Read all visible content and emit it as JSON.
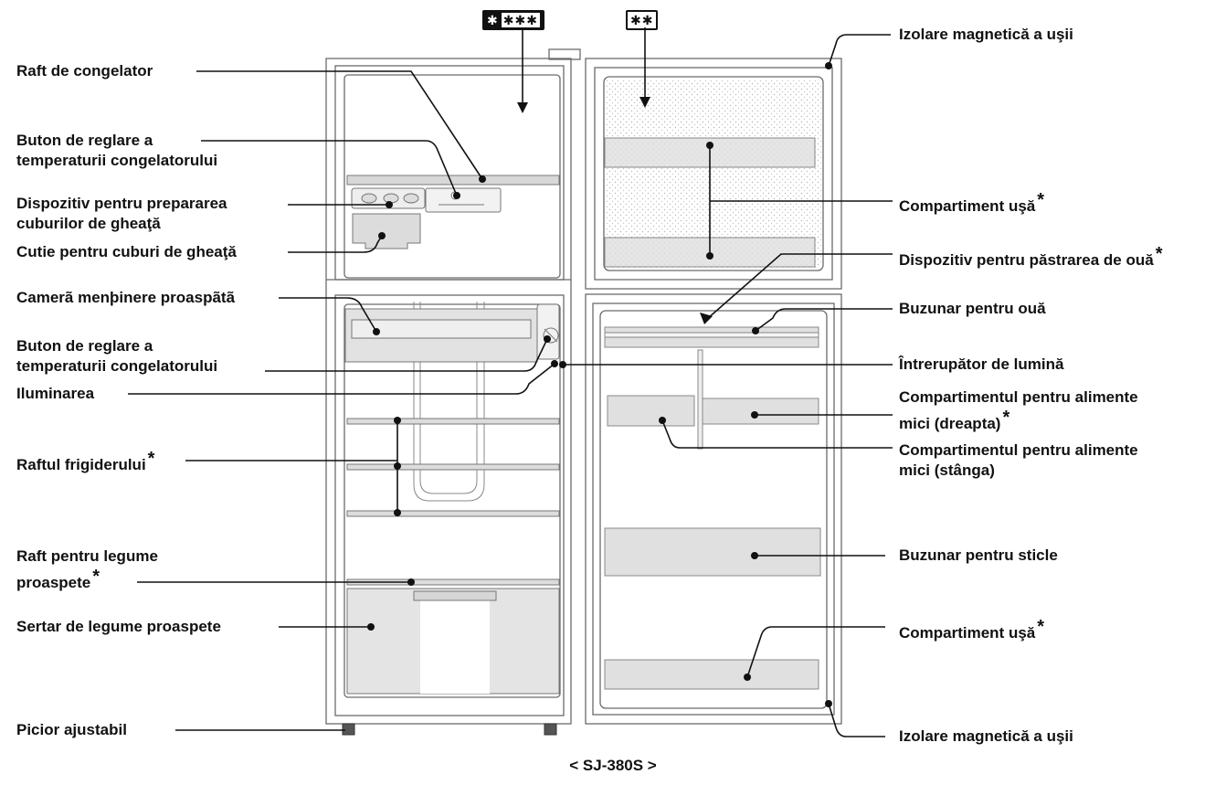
{
  "badges": {
    "freezer_symbol": "✱",
    "freezer_rating": "✱✱✱",
    "fresh_rating": "✱✱"
  },
  "model_caption": "< SJ-380S >",
  "labels_left": {
    "freezer_shelf": "Raft de congelator",
    "freezer_knob_1": "Buton de reglare a",
    "freezer_knob_2": "temperaturii congelatorului",
    "ice_maker_1": "Dispozitiv pentru prepararea",
    "ice_maker_2": "cuburilor de gheaţă",
    "ice_box": "Cutie pentru cuburi de gheaţă",
    "fresh_case": "Camerã menþinere proaspãtã",
    "fridge_knob_1": "Buton de reglare a",
    "fridge_knob_2": "temperaturii congelatorului",
    "light": "Iluminarea",
    "fridge_shelf": "Raftul frigiderului",
    "veg_shelf_1": "Raft pentru legume",
    "veg_shelf_2": "proaspete",
    "veg_drawer": "Sertar de legume proaspete",
    "leg": "Picior ajustabil"
  },
  "labels_right": {
    "gasket_top": "Izolare magnetică a uşii",
    "door_pocket_top": "Compartiment uşă",
    "egg_keeper": "Dispozitiv pentru păstrarea de ouă",
    "egg_pocket": "Buzunar pentru ouă",
    "light_switch": "Întrerupător de lumină",
    "small_right_1": "Compartimentul pentru alimente",
    "small_right_2": "mici (dreapta)",
    "small_left_1": "Compartimentul pentru alimente",
    "small_left_2": "mici (stânga)",
    "bottle_pocket": "Buzunar pentru sticle",
    "door_pocket_bottom": "Compartiment uşă",
    "gasket_bottom": "Izolare magnetică a uşii"
  },
  "star_mark": "*"
}
